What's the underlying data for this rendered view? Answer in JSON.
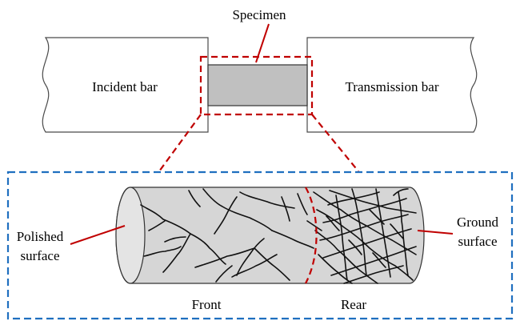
{
  "labels": {
    "specimen": "Specimen",
    "incident_bar": "Incident bar",
    "transmission_bar": "Transmission bar",
    "polished_surface_line1": "Polished",
    "polished_surface_line2": "surface",
    "ground_surface_line1": "Ground",
    "ground_surface_line2": "surface",
    "front": "Front",
    "rear": "Rear"
  },
  "colors": {
    "bar_stroke": "#4a4a4a",
    "specimen_fill": "#c0c0c0",
    "cylinder_fill": "#d6d6d6",
    "crack": "#111111",
    "callout_red": "#c00000",
    "detail_box_blue": "#1f6fbf"
  }
}
